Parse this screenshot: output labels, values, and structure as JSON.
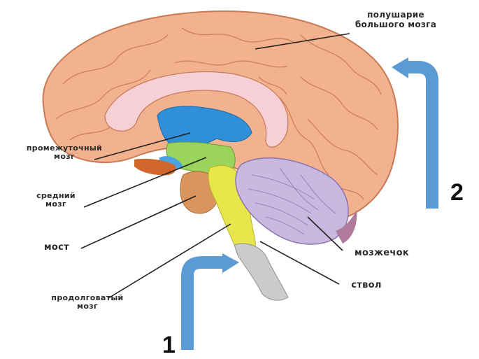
{
  "labels": {
    "hemisphere": [
      "полушарие",
      "большого мозга"
    ],
    "diencephalon": [
      "промежуточный",
      "мозг"
    ],
    "midbrain": [
      "средний",
      "мозг"
    ],
    "pons": "мост",
    "medulla": [
      "продолговатый",
      "мозг"
    ],
    "cerebellum": "мозжечок",
    "stem": "ствол"
  },
  "numbers": {
    "one": "1",
    "two": "2"
  },
  "colors": {
    "cortex": "#f2b28f",
    "cortex_dark": "#c77a55",
    "corpus": "#f7cfd6",
    "ventricle": "#2f8fd8",
    "diencephalon": "#9bd45a",
    "midbrain": "#d9955c",
    "pons": "#e8e64a",
    "cerebellum": "#c9b9e0",
    "stem": "#c9ccc8",
    "arrow": "#5b9bd5"
  }
}
